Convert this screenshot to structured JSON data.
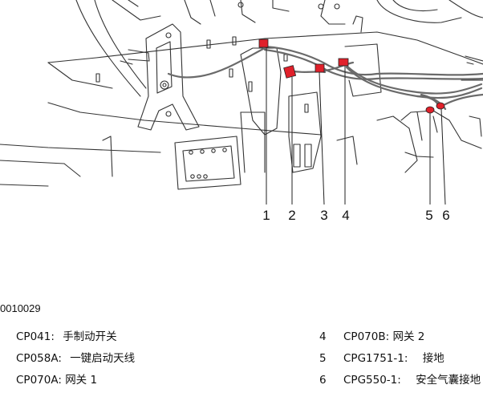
{
  "figure_id": "0010029",
  "callouts": [
    "1",
    "2",
    "3",
    "4",
    "5",
    "6"
  ],
  "legend": {
    "left": [
      {
        "code": "CP041:",
        "desc": "手制动开关"
      },
      {
        "code": "CP058A:",
        "desc": "一键启动天线"
      },
      {
        "code": "CP070A:",
        "desc": "网关 1"
      }
    ],
    "right": [
      {
        "num": "4",
        "code": "CP070B:",
        "desc": "网关 2"
      },
      {
        "num": "5",
        "code": "CPG1751-1:",
        "desc": "接地"
      },
      {
        "num": "6",
        "code": "CPG550-1:",
        "desc": "安全气囊接地"
      }
    ]
  },
  "colors": {
    "line": "#333333",
    "connector": "#e0202a",
    "harness": "#6a6a6a"
  }
}
